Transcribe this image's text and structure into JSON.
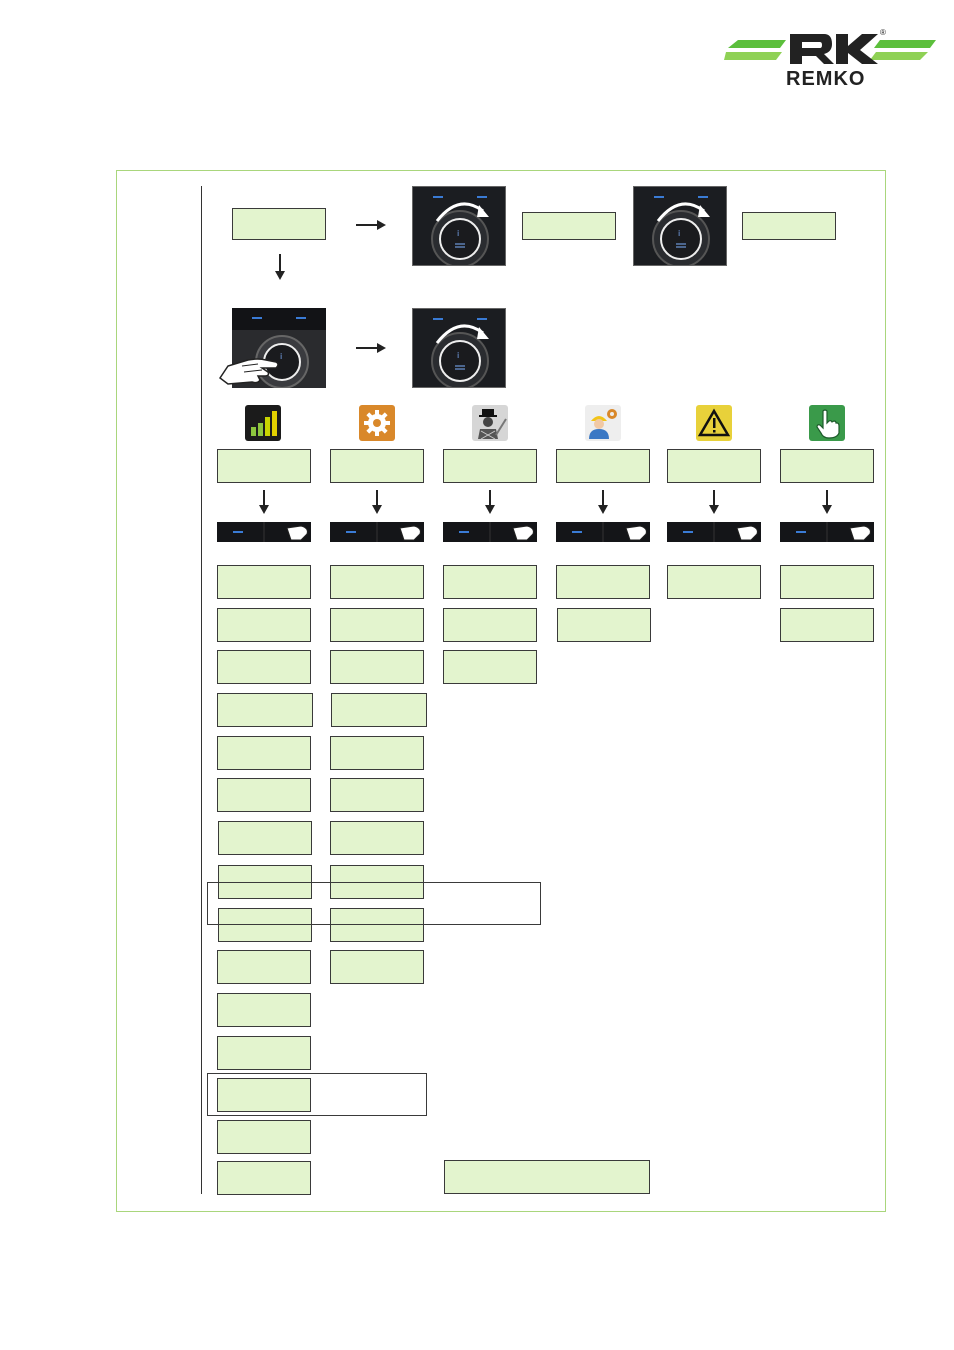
{
  "brand": {
    "name": "REMKO",
    "registered_mark": "®",
    "colors": {
      "green": "#5cbf3c",
      "light_green": "#8fd155",
      "dark": "#222222"
    }
  },
  "diagram": {
    "colors": {
      "box_fill": "#e3f4ce",
      "frame": "#a9d67c",
      "line": "#333333"
    },
    "top_row": {
      "boxes": [
        {
          "label": ""
        },
        {
          "label": ""
        },
        {
          "label": ""
        }
      ],
      "controls": [
        "rotary-knob-turn-right",
        "rotary-knob-turn-right",
        "touch-press-knob",
        "rotary-knob-turn-right"
      ]
    },
    "columns": [
      {
        "icon": "bar-chart-icon",
        "icon_color": "#1b1b1b",
        "header": "",
        "items": [
          "",
          "",
          "",
          "",
          "",
          "",
          "",
          "",
          "",
          "",
          "",
          "",
          "",
          "",
          ""
        ]
      },
      {
        "icon": "gear-icon",
        "icon_color": "#d9882a",
        "header": "",
        "items": [
          "",
          "",
          "",
          "",
          "",
          "",
          "",
          "",
          "",
          ""
        ]
      },
      {
        "icon": "chimney-sweep-icon",
        "icon_color": "#cfcfcf",
        "header": "",
        "items": [
          "",
          "",
          ""
        ]
      },
      {
        "icon": "technician-icon",
        "icon_color": "#e8e8e8",
        "header": "",
        "items": [
          "",
          ""
        ]
      },
      {
        "icon": "warning-icon",
        "icon_color": "#e8d13a",
        "header": "",
        "items": [
          ""
        ]
      },
      {
        "icon": "hand-pointer-icon",
        "icon_color": "#3a9a4a",
        "header": "",
        "items": [
          "",
          ""
        ]
      }
    ],
    "bottom_wide_box": {
      "label": ""
    }
  }
}
